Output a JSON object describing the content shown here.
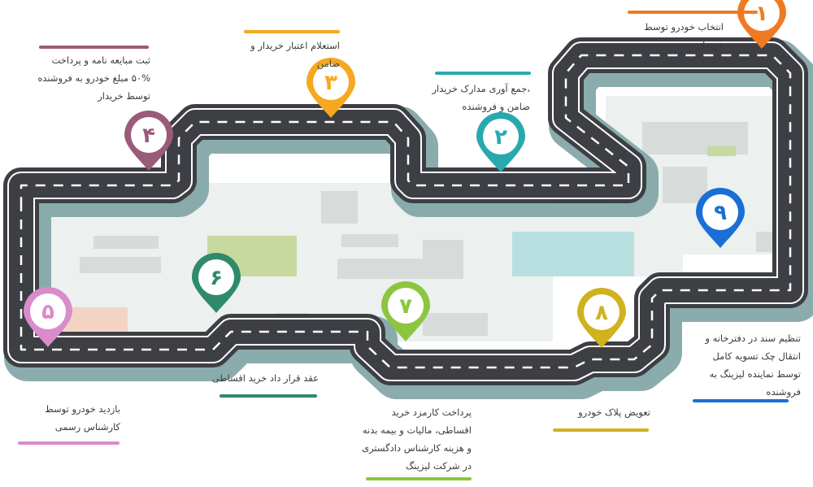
{
  "colors": {
    "road": "#3d3f44",
    "road_edge": "#ffffff",
    "road_shadow": "#7ea3a3",
    "map_bg": "#ecf0ee",
    "map_block": "#d7dcdb",
    "map_green": "#c7d99e",
    "map_teal": "#b8e0e0",
    "map_peach": "#f3d4c4"
  },
  "steps": [
    {
      "number": "۱",
      "text": "انتخاب خودرو توسط\nخریدار",
      "color": "#f07a22",
      "bar_color": "#f07a22"
    },
    {
      "number": "۲",
      "text": "،جمع آوری مدارک خریدار\nضامن و فروشنده",
      "color": "#28a9ae",
      "bar_color": "#28a9ae"
    },
    {
      "number": "۳",
      "text": "استعلام اعتبار خریدار و\nضامن",
      "color": "#f5a820",
      "bar_color": "#f5a820"
    },
    {
      "number": "۴",
      "text": "ثبت مبایعه نامه و  پرداخت\n۵۰% مبلغ خودرو به فروشنده\nتوسط خریدار",
      "color": "#9a5b79",
      "bar_color": "#9a5b79"
    },
    {
      "number": "۵",
      "text": "بازدید خودرو توسط\nکارشناس رسمی",
      "color": "#d98cc9",
      "bar_color": "#d98cc9"
    },
    {
      "number": "۶",
      "text": "عقد قرار داد خرید اقساطی",
      "color": "#2f8a6a",
      "bar_color": "#2f8a6a"
    },
    {
      "number": "۷",
      "text": "پرداخت کارمزد خرید\nاقساطی، مالیات و بیمه بدنه\nو هزینه کارشناس دادگستری\nدر شرکت لیزینگ",
      "color": "#8cc63f",
      "bar_color": "#8cc63f"
    },
    {
      "number": "۸",
      "text": "تعویض پلاک خودرو",
      "color": "#d0b21e",
      "bar_color": "#d0b21e"
    },
    {
      "number": "۹",
      "text": "تنظیم سند در دفترخانه و\nانتقال چک تسویه کامل\nتوسط نماینده لیزینگ به\nفروشنده",
      "color": "#1a6fd6",
      "bar_color": "#1a6fd6"
    }
  ]
}
